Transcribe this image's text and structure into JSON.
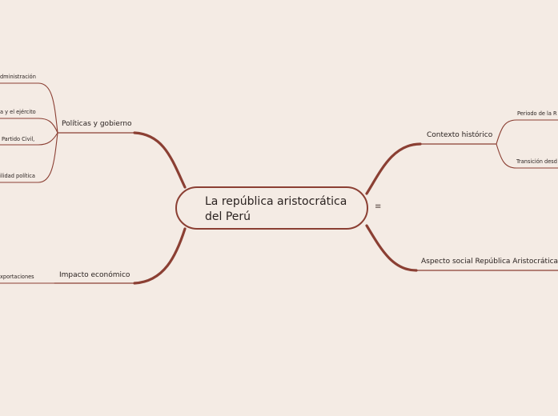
{
  "central": {
    "title": "La república aristocrática del Perú"
  },
  "icons": {
    "notes": "notes-icon"
  },
  "colors": {
    "background": "#f4ebe4",
    "branch": "#8b3f33",
    "text": "#2a2220"
  },
  "topics": {
    "politicas": {
      "label": "Políticas y gobierno",
      "subtopics": [
        "dministración",
        "a y el ejército",
        "Partido Civil,",
        "ilidad política"
      ]
    },
    "impacto": {
      "label": "Impacto económico",
      "subtopics": [
        "xportaciones"
      ]
    },
    "contexto": {
      "label": "Contexto histórico",
      "subtopics": [
        "Periodo de la R",
        "Transición desd"
      ]
    },
    "aspecto": {
      "label": "Aspecto social República Aristocrática",
      "subtopics": []
    }
  }
}
